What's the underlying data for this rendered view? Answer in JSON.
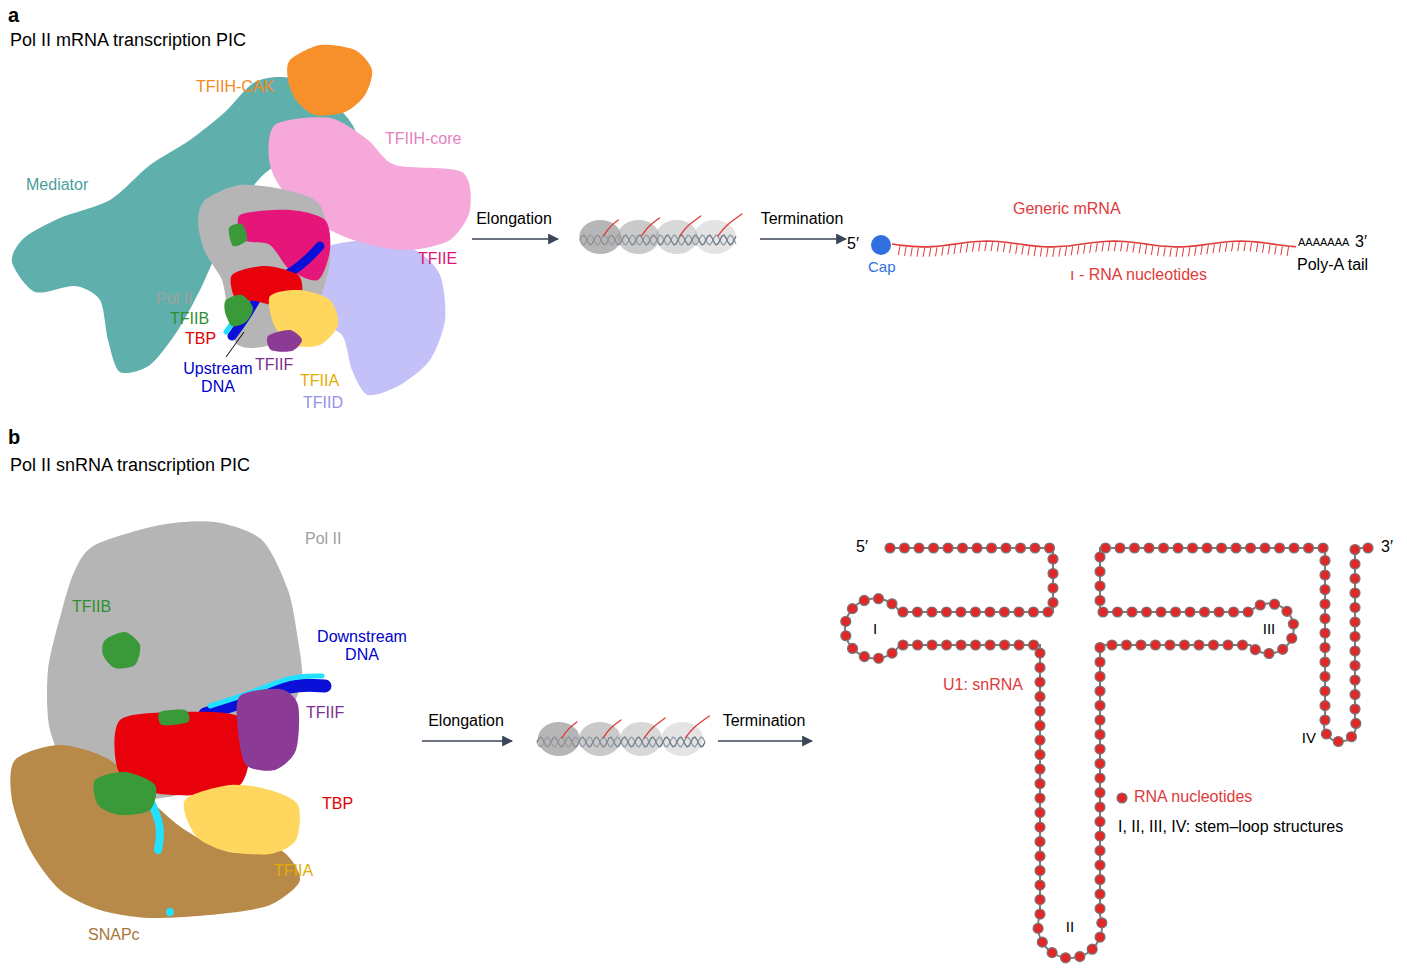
{
  "diagram": {
    "labels": [
      "a",
      "Pol II mRNA transcription PIC",
      "TFIIH-CAK",
      "TFIIH-core",
      "Mediator",
      "TFIIE",
      "Pol II",
      "TFIIB",
      "TBP",
      "Upstream DNA",
      "TFIIF",
      "TFIIA",
      "TFIID",
      "Elongation",
      "Termination",
      "Generic mRNA",
      "5′",
      "Cap",
      "ı - RNA nucleotides",
      "AAAAAAA",
      "3′",
      "Poly-A tail",
      "b",
      "Pol II snRNA transcription PIC",
      "Pol II",
      "TFIIB",
      "Downstream DNA",
      "TFIIF",
      "TBP",
      "TFIIA",
      "SNAPc",
      "Elongation",
      "Termination",
      "5′",
      "3′",
      "I",
      "III",
      "IV",
      "II",
      "U1: snRNA",
      "RNA nucleotides",
      "I, II, III, IV: stem–loop structures"
    ]
  }
}
